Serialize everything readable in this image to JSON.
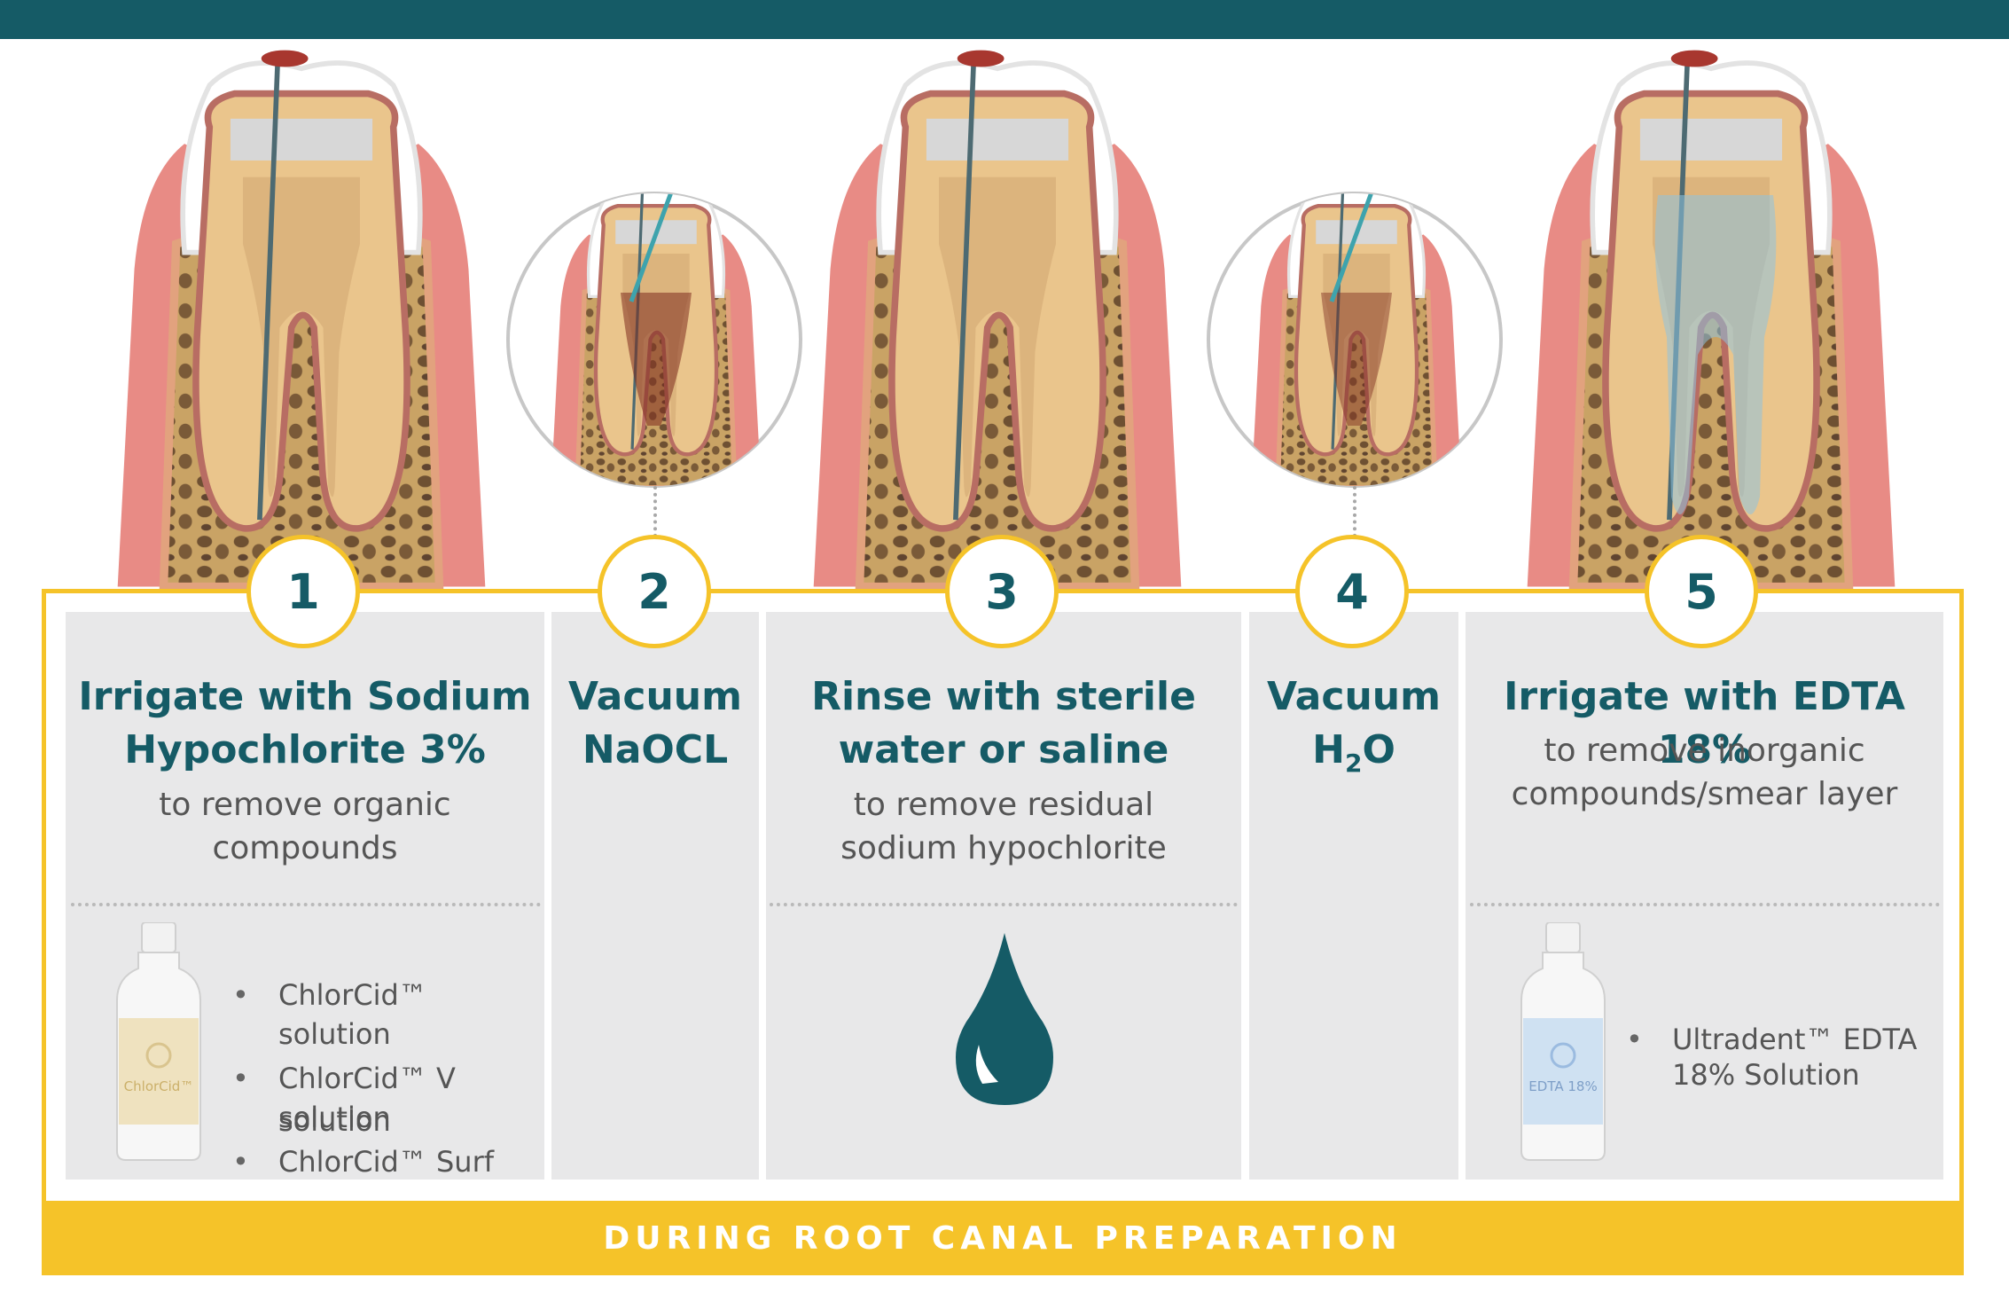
{
  "colors": {
    "teal": "#155b66",
    "gold": "#f5c329",
    "panel": "#e8e8e9",
    "gum": "#e88b85",
    "dentin": "#eac58c"
  },
  "steps": [
    {
      "number": "1",
      "title_line1": "Irrigate with Sodium",
      "title_line2": "Hypochlorite 3%",
      "sub_line1": "to remove organic compounds"
    },
    {
      "number": "2",
      "title_line1": "Vacuum",
      "title_line2": "NaOCL"
    },
    {
      "number": "3",
      "title_line1": "Rinse with sterile",
      "title_line2": "water or saline",
      "sub_line1": "to remove residual",
      "sub_line2": "sodium hypochlorite"
    },
    {
      "number": "4",
      "title_line1": "Vacuum",
      "title_h": "H",
      "title_sub": "2",
      "title_o": "O"
    },
    {
      "number": "5",
      "title_line1": "Irrigate with EDTA 18%",
      "sub_line1": "to remove inorganic",
      "sub_line2": "compounds/smear layer"
    }
  ],
  "products": {
    "chlorcid": {
      "items": [
        "ChlorCid™ solution",
        "ChlorCid™ V solution",
        "ChlorCid™ Surf",
        "solution"
      ],
      "bottle_label": "ChlorCid™"
    },
    "edta": {
      "items": [
        "Ultradent™ EDTA",
        "18% Solution"
      ],
      "bottle_label": "EDTA 18%"
    }
  },
  "footer": {
    "label": "DURING ROOT CANAL PREPARATION"
  },
  "icons": {
    "water": "water-drop-icon",
    "tooth": "tooth-illustration"
  }
}
